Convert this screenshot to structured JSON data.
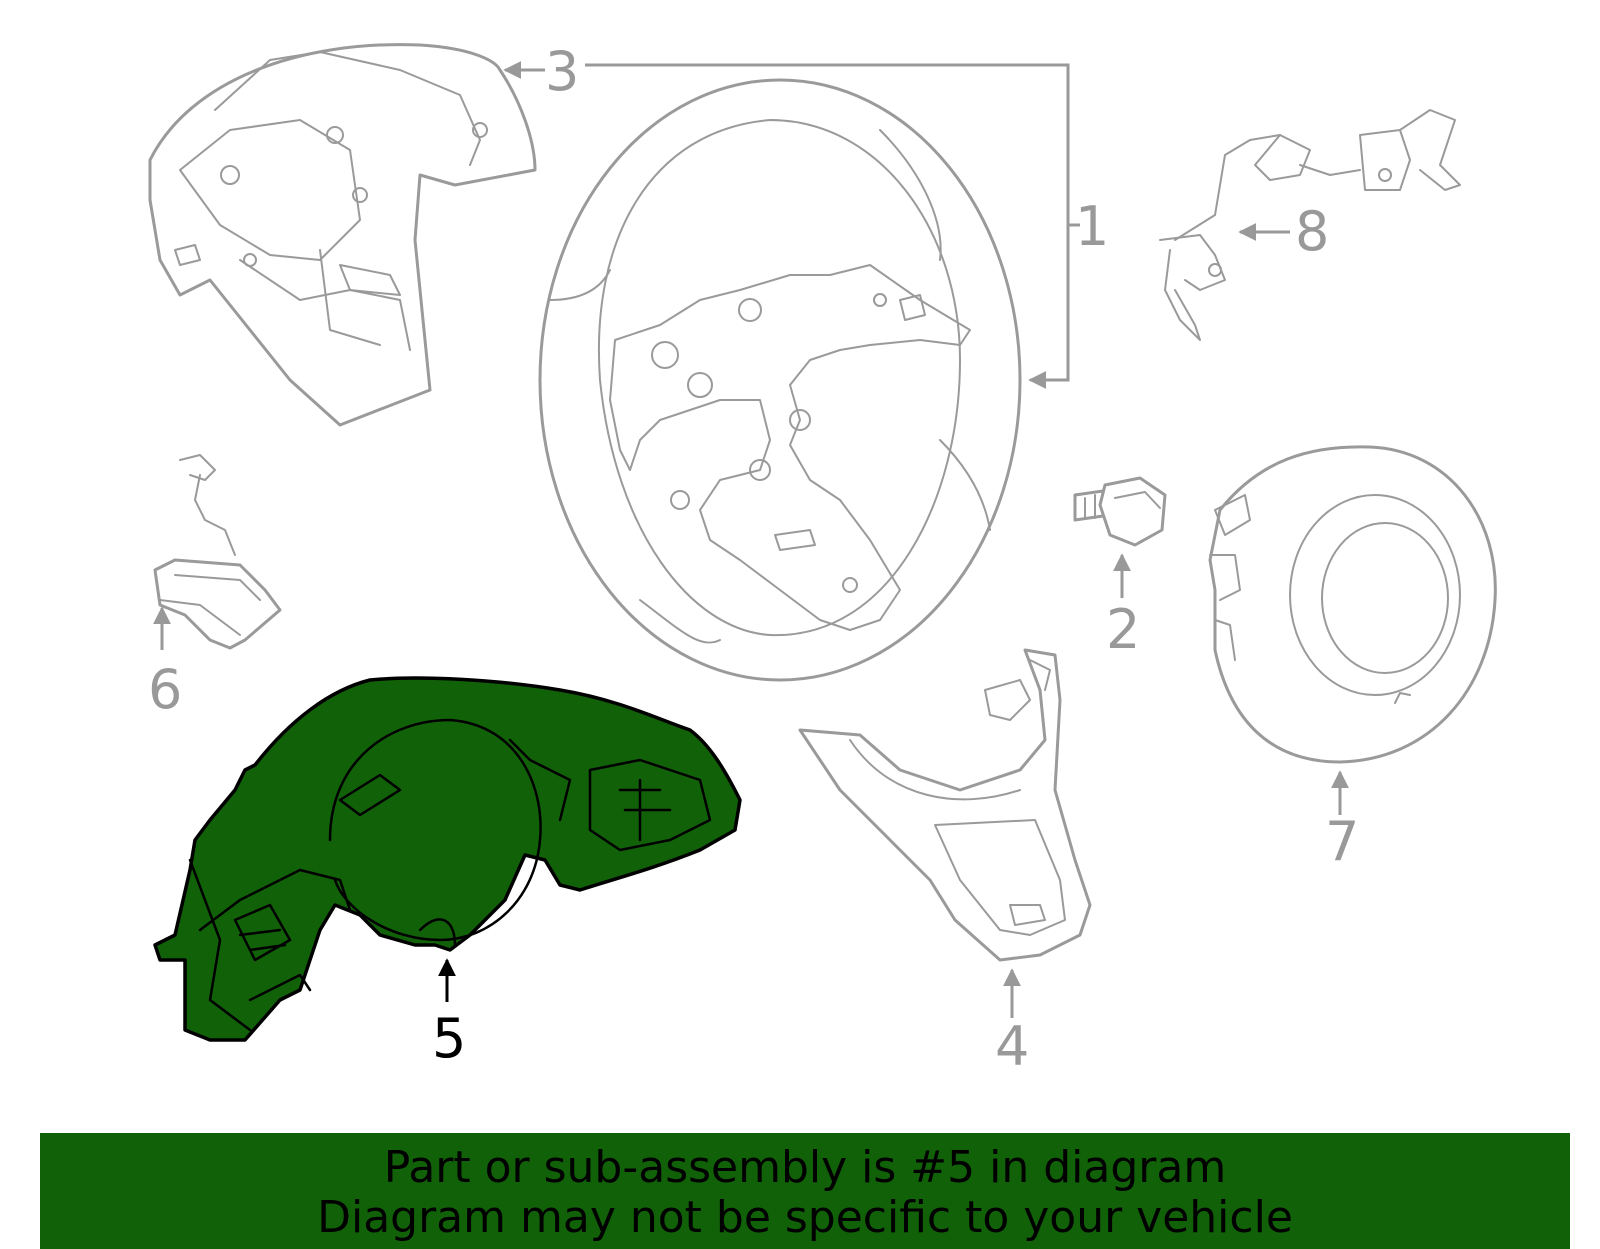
{
  "callouts": {
    "c1": "1",
    "c2": "2",
    "c3": "3",
    "c4": "4",
    "c5": "5",
    "c6": "6",
    "c7": "7",
    "c8": "8"
  },
  "highlight": {
    "part": "5",
    "color": "#116108"
  },
  "colors": {
    "outline": "#9a9a9a",
    "highlight_fill": "#116108",
    "banner_bg": "#116108"
  },
  "banner": {
    "line1": "Part or sub-assembly is #5 in diagram",
    "line2": "Diagram may not be specific to your vehicle"
  }
}
